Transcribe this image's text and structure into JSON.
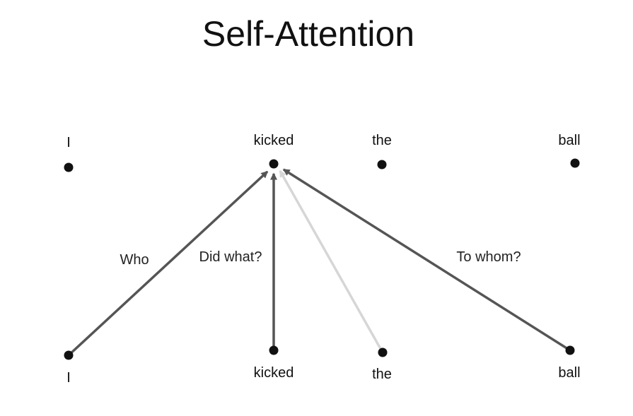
{
  "title": "Self-Attention",
  "top_row": {
    "words": [
      "I",
      "kicked",
      "the",
      "ball"
    ]
  },
  "bottom_row": {
    "words": [
      "I",
      "kicked",
      "the",
      "ball"
    ]
  },
  "questions": {
    "who": "Who",
    "did_what": "Did what?",
    "to_whom": "To whom?"
  },
  "edges": [
    {
      "from_bottom_index": 0,
      "to_top_index": 1,
      "strength": "strong",
      "label": "questions.who"
    },
    {
      "from_bottom_index": 1,
      "to_top_index": 1,
      "strength": "strong",
      "label": "questions.did_what"
    },
    {
      "from_bottom_index": 2,
      "to_top_index": 1,
      "strength": "weak",
      "label": null
    },
    {
      "from_bottom_index": 3,
      "to_top_index": 1,
      "strength": "strong",
      "label": "questions.to_whom"
    }
  ],
  "colors": {
    "strong_arrow": "#555555",
    "weak_arrow": "#d6d6d6",
    "node": "#111111",
    "text": "#111111"
  }
}
